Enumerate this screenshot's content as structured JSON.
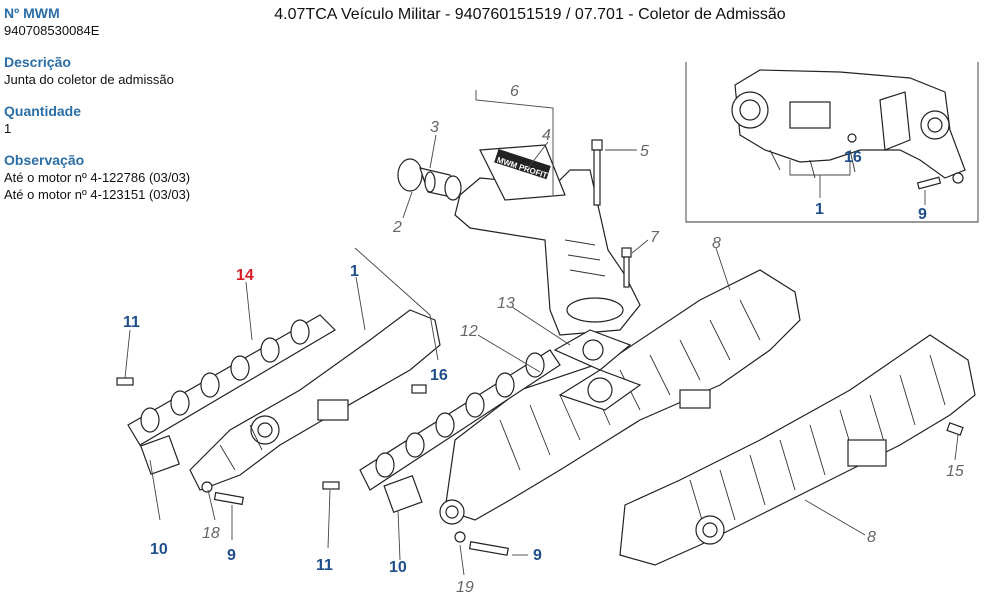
{
  "info": {
    "mwm_label": "Nº MWM",
    "mwm_value": "940708530084E",
    "desc_label": "Descrição",
    "desc_value": "Junta do coletor de admissão",
    "qty_label": "Quantidade",
    "qty_value": "1",
    "obs_label": "Observação",
    "obs_lines": [
      "Até o motor nº 4-122786 (03/03)",
      "Até o motor nº 4-123151 (03/03)"
    ]
  },
  "header": {
    "title": "4.07TCA Veículo Militar - 940760151519  /  07.701 - Coletor de Admissão"
  },
  "diagram": {
    "callouts": [
      {
        "id": "p6",
        "text": "6"
      },
      {
        "id": "p4",
        "text": "4"
      },
      {
        "id": "p3",
        "text": "3"
      },
      {
        "id": "p2",
        "text": "2"
      },
      {
        "id": "p5",
        "text": "5"
      },
      {
        "id": "p7",
        "text": "7"
      },
      {
        "id": "p8a",
        "text": "8"
      },
      {
        "id": "p13",
        "text": "13"
      },
      {
        "id": "p12",
        "text": "12"
      },
      {
        "id": "p14",
        "text": "14"
      },
      {
        "id": "p1",
        "text": "1"
      },
      {
        "id": "p11a",
        "text": "11"
      },
      {
        "id": "p16",
        "text": "16"
      },
      {
        "id": "p10a",
        "text": "10"
      },
      {
        "id": "p18",
        "text": "18"
      },
      {
        "id": "p9a",
        "text": "9"
      },
      {
        "id": "p11b",
        "text": "11"
      },
      {
        "id": "p10b",
        "text": "10"
      },
      {
        "id": "p19",
        "text": "19"
      },
      {
        "id": "p9b",
        "text": "9"
      },
      {
        "id": "p15",
        "text": "15"
      },
      {
        "id": "p8b",
        "text": "8"
      },
      {
        "id": "i16",
        "text": "16"
      },
      {
        "id": "i1",
        "text": "1"
      },
      {
        "id": "i9",
        "text": "9"
      }
    ],
    "sticker_text": "MWM PROFIT",
    "highlight_color": "#d81e28",
    "label_color": "#1f4f8a"
  }
}
